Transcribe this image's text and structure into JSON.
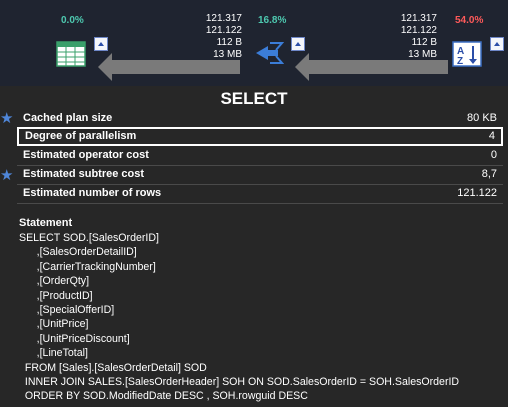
{
  "plan": {
    "left_op": {
      "percent": "0.0%",
      "icon": "table-scan-icon"
    },
    "middle_op": {
      "percent": "16.8%",
      "icon": "parallelism-gather-streams-icon",
      "stats": [
        "121.317",
        "121.122",
        "112 B",
        "13 MB"
      ]
    },
    "right_op": {
      "percent": "54.0%",
      "icon": "sort-icon",
      "stats": [
        "121.317",
        "121.122",
        "112 B",
        "13 MB"
      ]
    }
  },
  "tooltip": {
    "title": "SELECT",
    "properties": [
      {
        "label": "Cached plan size",
        "value": "80 KB",
        "starred": true,
        "highlighted": false
      },
      {
        "label": "Degree of parallelism",
        "value": "4",
        "starred": false,
        "highlighted": true
      },
      {
        "label": "Estimated operator cost",
        "value": "0",
        "starred": false,
        "highlighted": false
      },
      {
        "label": "Estimated subtree cost",
        "value": "8,7",
        "starred": true,
        "highlighted": false
      },
      {
        "label": "Estimated number of rows",
        "value": "121.122",
        "starred": false,
        "highlighted": false
      }
    ],
    "statement_label": "Statement",
    "statement": "SELECT SOD.[SalesOrderID]\n      ,[SalesOrderDetailID]\n      ,[CarrierTrackingNumber]\n      ,[OrderQty]\n      ,[ProductID]\n      ,[SpecialOfferID]\n      ,[UnitPrice]\n      ,[UnitPriceDiscount]\n      ,[LineTotal]\n  FROM [Sales].[SalesOrderDetail] SOD\n  INNER JOIN SALES.[SalesOrderHeader] SOH ON SOD.SalesOrderID = SOH.SalesOrderID\n  ORDER BY SOD.ModifiedDate DESC , SOH.rowguid DESC"
  },
  "colors": {
    "star": "#4f86d8",
    "pct_green": "#4ec9b0",
    "pct_red": "#ff5a5a",
    "arrow": "#7a7a7a"
  }
}
